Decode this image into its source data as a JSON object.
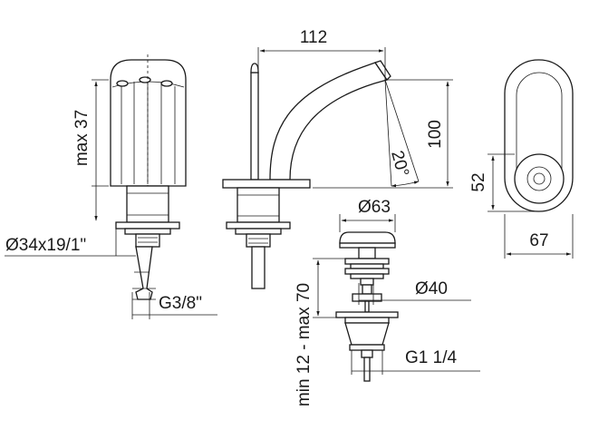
{
  "dimensions": {
    "spout_projection": "112",
    "spout_height": "100",
    "spout_angle": "20°",
    "handle_height": "max 37",
    "base_thread": "Ø34x19/1\"",
    "supply_thread": "G3/8\"",
    "drain_cap": "Ø63",
    "drain_body": "Ø40",
    "drain_thread": "G1 1/4",
    "drain_range": "min 12 - max 70",
    "top_view_height": "52",
    "top_view_length": "67"
  }
}
